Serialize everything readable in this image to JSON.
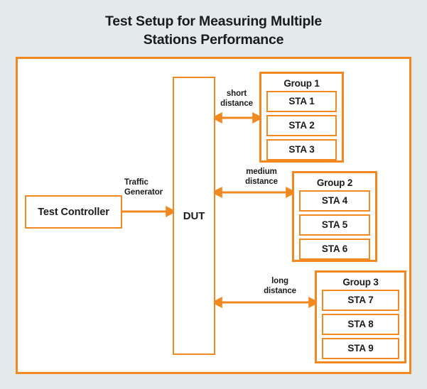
{
  "title": {
    "line1": "Test Setup for Measuring Multiple",
    "line2": "Stations Performance"
  },
  "colors": {
    "accent": "#f2881f",
    "background": "#e4e9ec",
    "surface": "#ffffff",
    "text": "#1b1b1b"
  },
  "diagram": {
    "type": "block-diagram",
    "nodes": {
      "test_controller": {
        "label": "Test Controller"
      },
      "dut": {
        "label": "DUT"
      }
    },
    "connections": [
      {
        "id": "traffic-generator",
        "label_line1": "Traffic",
        "label_line2": "Generator",
        "from": "test_controller",
        "to": "dut",
        "style": "single-arrow-right"
      },
      {
        "id": "short-distance",
        "label_line1": "short",
        "label_line2": "distance",
        "from": "dut",
        "to": "group_1",
        "style": "double-arrow"
      },
      {
        "id": "medium-distance",
        "label_line1": "medium",
        "label_line2": "distance",
        "from": "dut",
        "to": "group_2",
        "style": "double-arrow"
      },
      {
        "id": "long-distance",
        "label_line1": "long",
        "label_line2": "distance",
        "from": "dut",
        "to": "group_3",
        "style": "double-arrow"
      }
    ],
    "groups": [
      {
        "id": "group_1",
        "title": "Group 1",
        "stations": [
          {
            "label": "STA 1"
          },
          {
            "label": "STA 2"
          },
          {
            "label": "STA 3"
          }
        ]
      },
      {
        "id": "group_2",
        "title": "Group 2",
        "stations": [
          {
            "label": "STA 4"
          },
          {
            "label": "STA 5"
          },
          {
            "label": "STA 6"
          }
        ]
      },
      {
        "id": "group_3",
        "title": "Group 3",
        "stations": [
          {
            "label": "STA 7"
          },
          {
            "label": "STA 8"
          },
          {
            "label": "STA 9"
          }
        ]
      }
    ]
  }
}
